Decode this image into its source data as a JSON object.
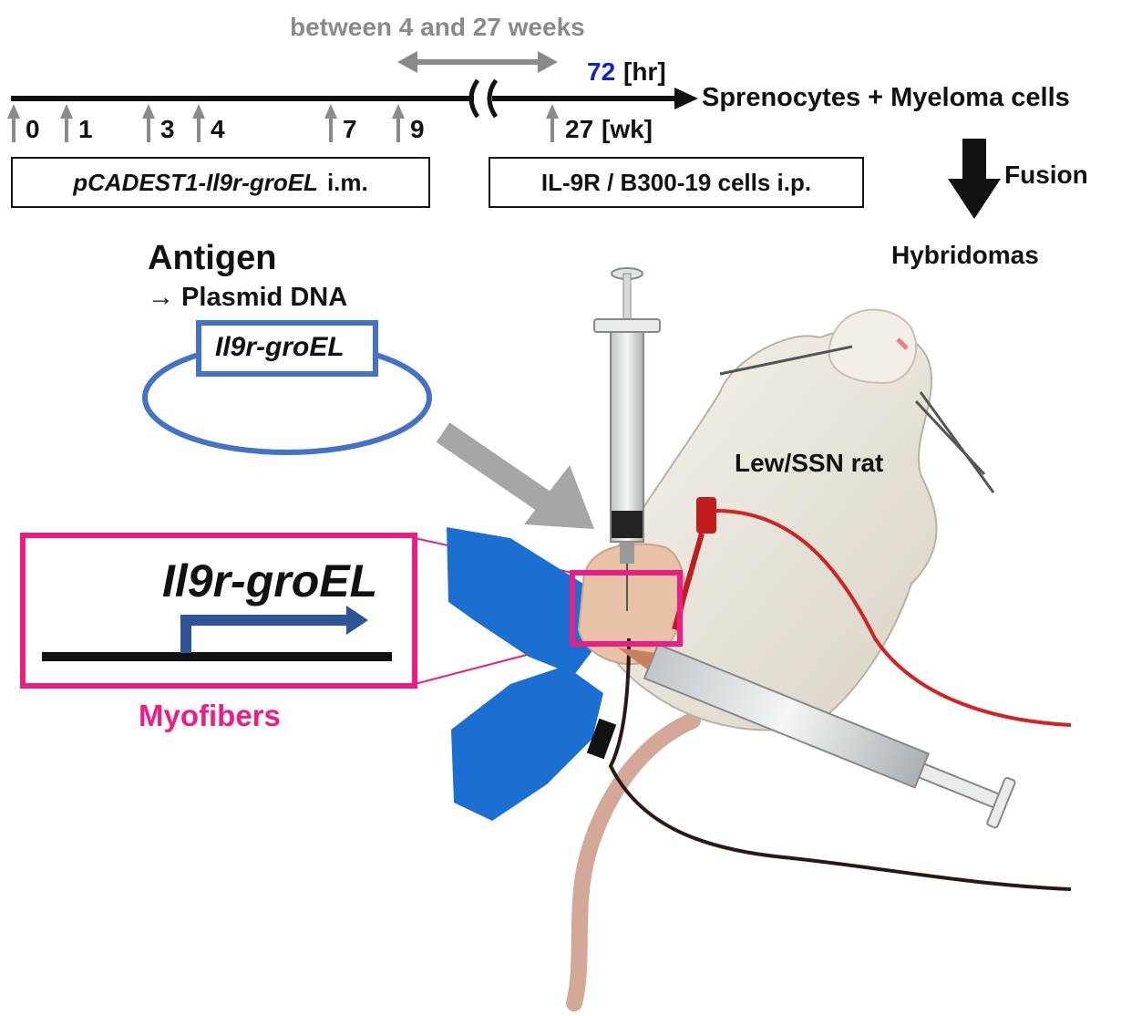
{
  "timeline": {
    "gap_label": "between 4 and 27 weeks",
    "hr_value": "72",
    "hr_unit": "[hr]",
    "wk_unit": "[wk]",
    "ticks": [
      "0",
      "1",
      "3",
      "4",
      "7",
      "9",
      "27"
    ],
    "outcome": "Sprenocytes + Myeloma cells"
  },
  "box_im": {
    "gene": "pCADEST1-Il9r-groEL",
    "route": "i.m."
  },
  "box_ip": {
    "label": "IL-9R / B300-19 cells i.p."
  },
  "fusion": {
    "label": "Fusion",
    "product": "Hybridomas"
  },
  "antigen": {
    "title": "Antigen",
    "subtitle": "→ Plasmid DNA",
    "insert": "Il9r-groEL"
  },
  "inset": {
    "gene": "Il9r-groEL",
    "tissue": "Myofibers"
  },
  "rat": {
    "label": "Lew/SSN rat"
  },
  "colors": {
    "hr_blue": "#0b1fd4",
    "magenta": "#ec1e86",
    "plasmid_blue": "#4472c4",
    "glove_blue": "#1b6fd0",
    "gray": "#8a8a8a"
  }
}
